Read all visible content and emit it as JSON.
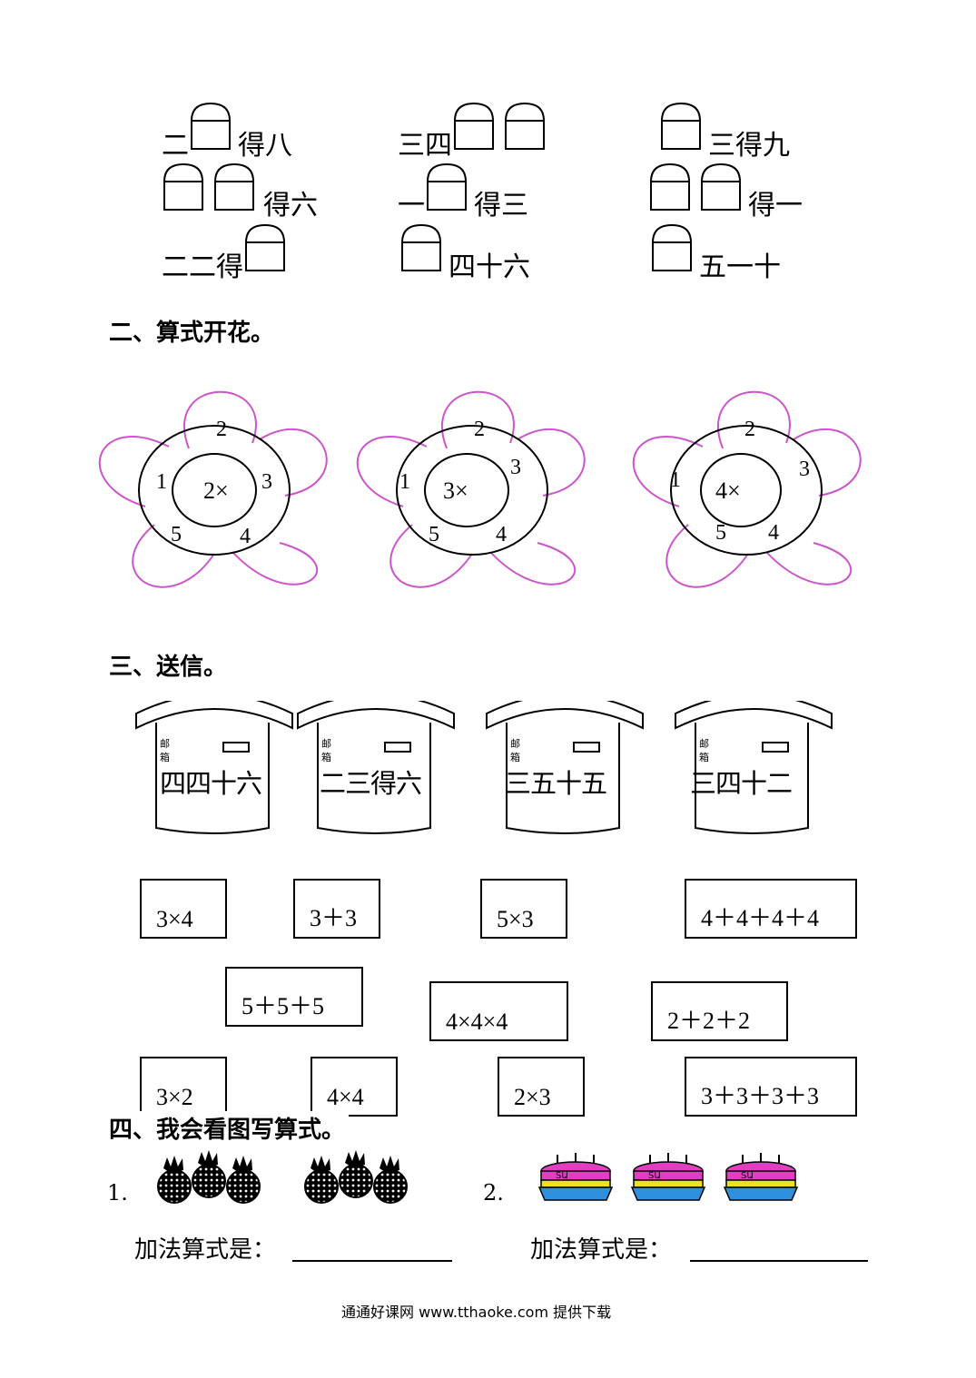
{
  "section1": {
    "rows": [
      {
        "parts": [
          "二",
          "得八"
        ]
      },
      {
        "parts": [
          "三四",
          ""
        ]
      },
      {
        "parts": [
          "",
          "三得九"
        ]
      },
      {
        "parts": [
          "",
          "得六"
        ]
      },
      {
        "parts": [
          "一",
          "得三"
        ]
      },
      {
        "parts": [
          "",
          "得一"
        ]
      },
      {
        "parts": [
          "二二得",
          ""
        ]
      },
      {
        "parts": [
          "",
          "四十六"
        ]
      },
      {
        "parts": [
          "",
          "五一十"
        ]
      }
    ]
  },
  "section2": {
    "title": "二、算式开花。",
    "flowers": [
      {
        "center": "2×",
        "petals": [
          "2",
          "3",
          "4",
          "5",
          "1"
        ]
      },
      {
        "center": "3×",
        "petals": [
          "2",
          "3",
          "4",
          "5",
          "1"
        ]
      },
      {
        "center": "4×",
        "petals": [
          "2",
          "3",
          "4",
          "5",
          "1"
        ]
      }
    ]
  },
  "section3": {
    "title": "三、送信。",
    "mailbox_label": "邮箱",
    "mailboxes": [
      "四四十六",
      "二三得六",
      "三五十五",
      "三四十二"
    ],
    "letters": [
      "3×4",
      "3＋3",
      "5×3",
      "4＋4＋4＋4",
      "5＋5＋5",
      "4×4×4",
      "2＋2＋2",
      "3×2",
      "4×4",
      "2×3",
      "3＋3＋3＋3"
    ]
  },
  "section4": {
    "title": "四、我会看图写算式。",
    "q1": "1.",
    "q2": "2.",
    "prompt1": "加法算式是：",
    "prompt2": "加法算式是："
  },
  "footer": "通通好课网  www.tthaoke.com  提供下载",
  "colors": {
    "petal": "#cc55cc",
    "cake_top": "#e040c0",
    "cake_mid": "#f0e020",
    "cake_base": "#3090e0"
  }
}
